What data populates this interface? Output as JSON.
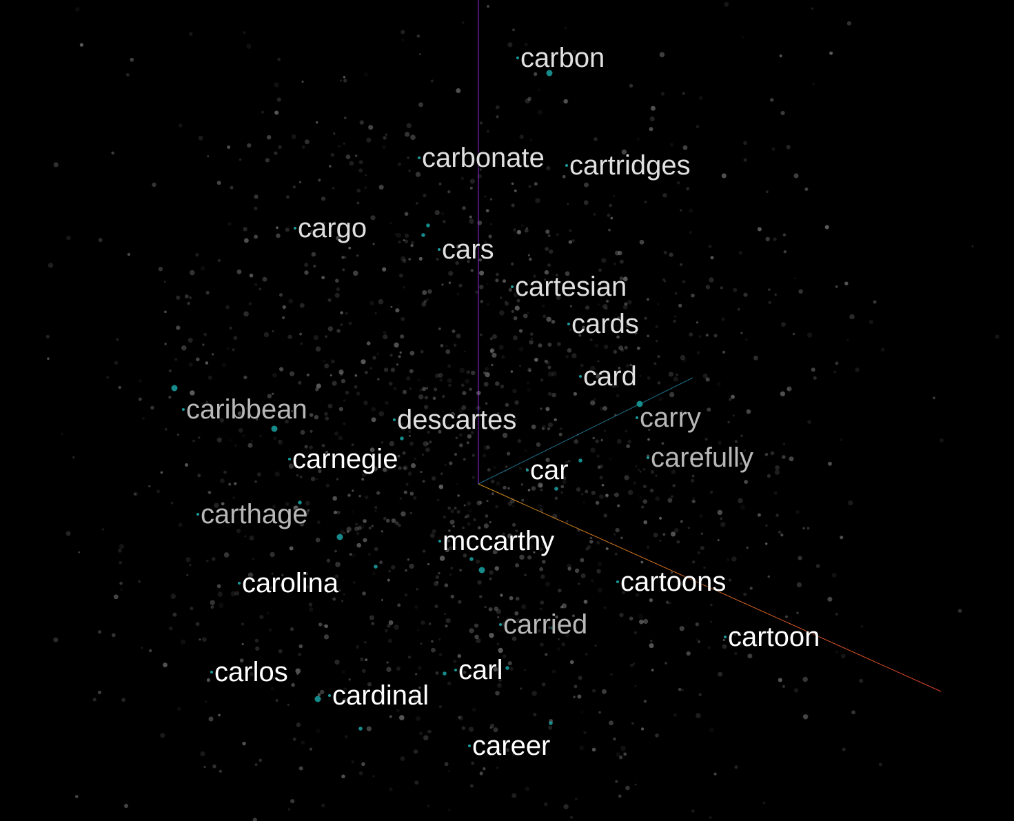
{
  "colors": {
    "background": "#000000",
    "point": "#9a9a9a",
    "highlight": "#1a9a9a",
    "axis_x": "#d4901c",
    "axis_x_far": "#e0442a",
    "axis_y": "#8a2be2",
    "axis_z": "#1f6f8b",
    "label_bright": "#ffffff",
    "label_mid": "#e0e0e0",
    "label_dim": "#b8b8b8"
  },
  "labels": [
    {
      "text": "carbon",
      "tone": "mid"
    },
    {
      "text": "carbonate",
      "tone": "mid"
    },
    {
      "text": "cartridges",
      "tone": "mid"
    },
    {
      "text": "cargo",
      "tone": "mid"
    },
    {
      "text": "cars",
      "tone": "mid"
    },
    {
      "text": "cartesian",
      "tone": "mid"
    },
    {
      "text": "cards",
      "tone": "mid"
    },
    {
      "text": "card",
      "tone": "mid"
    },
    {
      "text": "caribbean",
      "tone": "dim"
    },
    {
      "text": "descartes",
      "tone": "mid"
    },
    {
      "text": "carry",
      "tone": "dim"
    },
    {
      "text": "carnegie",
      "tone": "bright"
    },
    {
      "text": "carefully",
      "tone": "dim"
    },
    {
      "text": "car",
      "tone": "bright"
    },
    {
      "text": "carthage",
      "tone": "dim"
    },
    {
      "text": "mccarthy",
      "tone": "bright"
    },
    {
      "text": "carolina",
      "tone": "bright"
    },
    {
      "text": "cartoons",
      "tone": "bright"
    },
    {
      "text": "carried",
      "tone": "dim"
    },
    {
      "text": "cartoon",
      "tone": "bright"
    },
    {
      "text": "carl",
      "tone": "bright"
    },
    {
      "text": "carlos",
      "tone": "bright"
    },
    {
      "text": "cardinal",
      "tone": "bright"
    },
    {
      "text": "career",
      "tone": "bright"
    }
  ]
}
